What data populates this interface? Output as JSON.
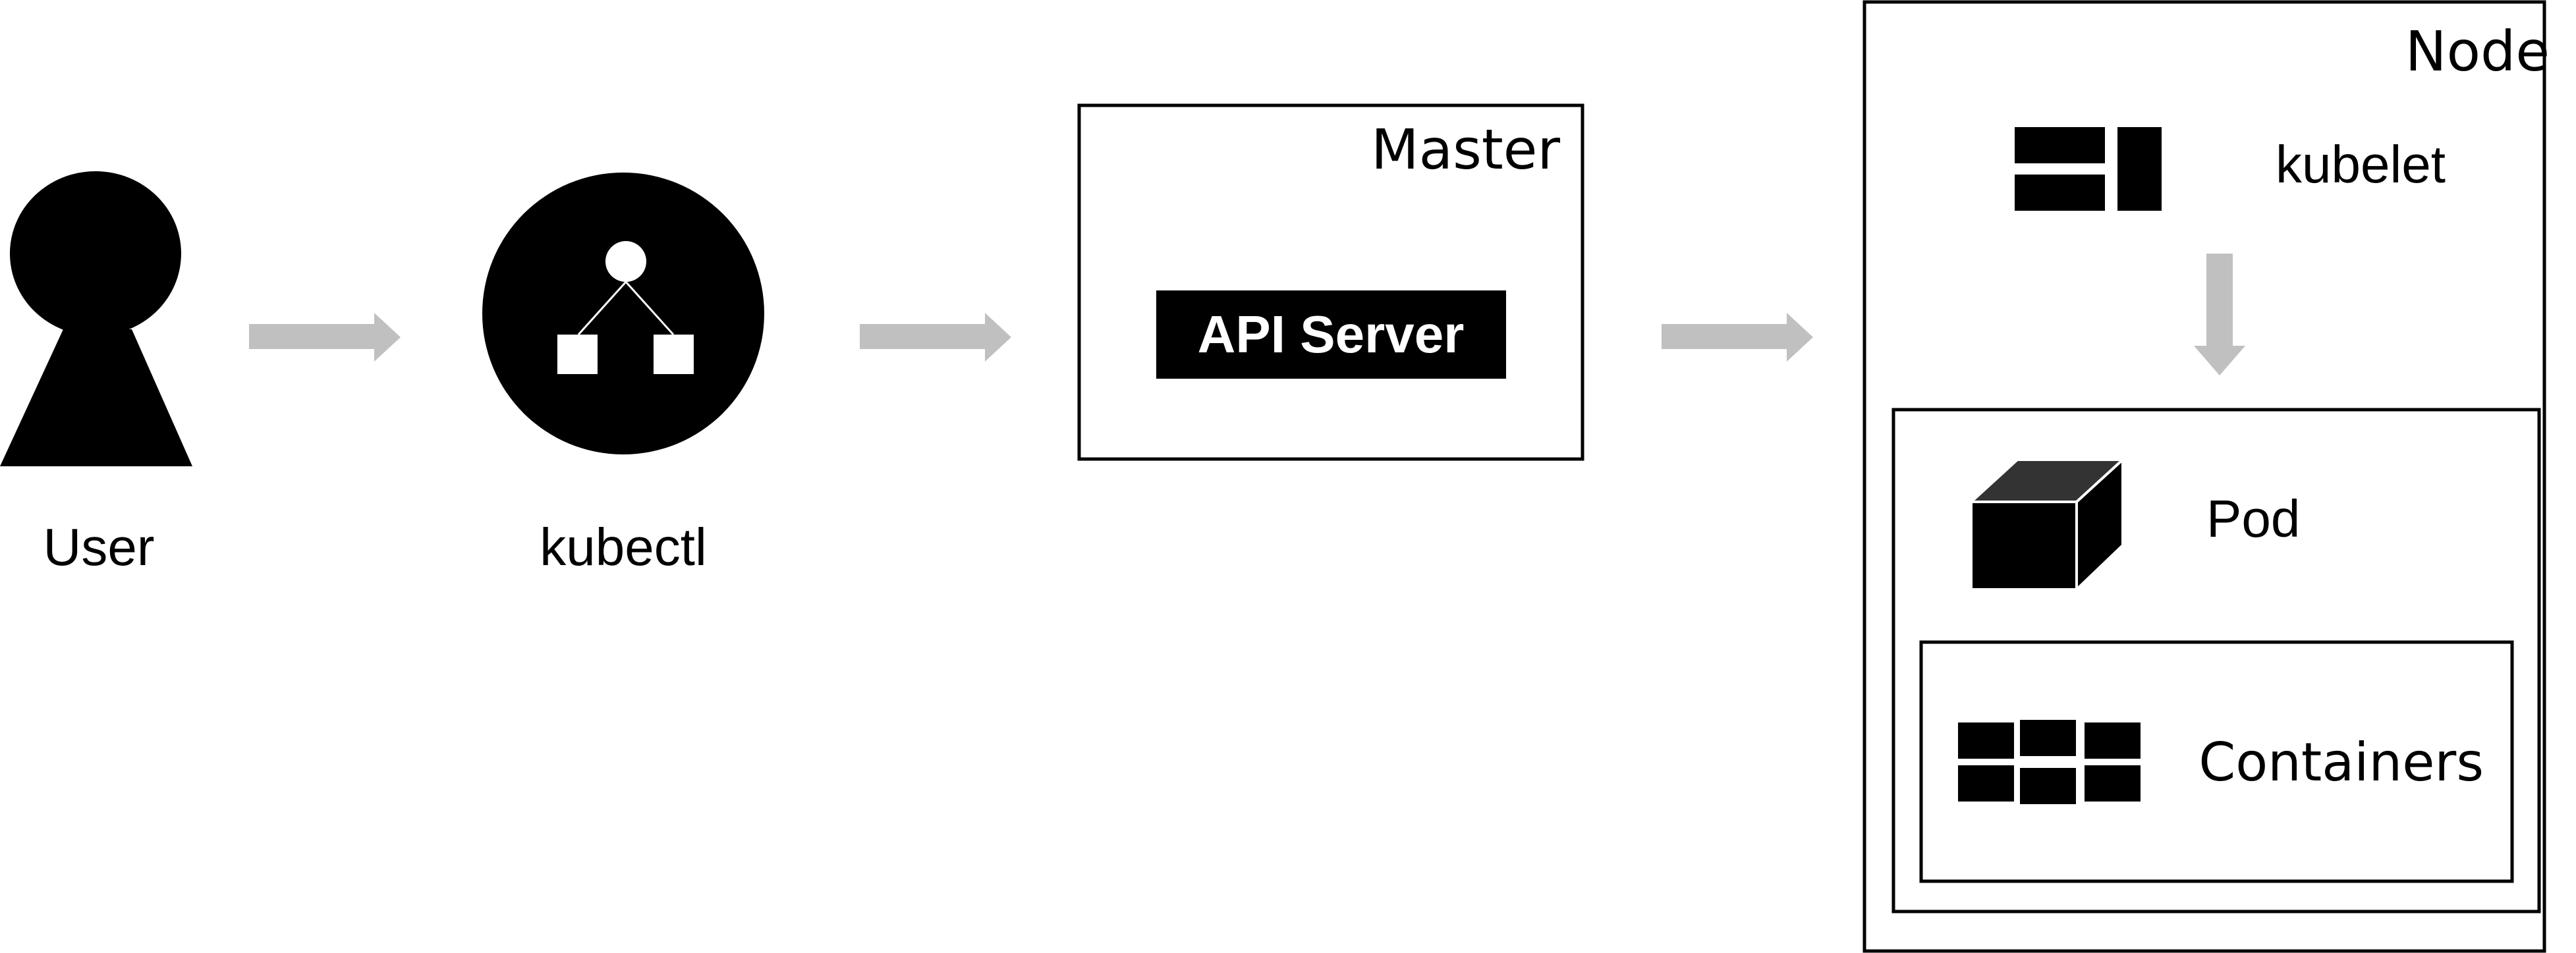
{
  "labels": {
    "user": "User",
    "kubectl": "kubectl",
    "master": "Master",
    "api_server": "API Server",
    "node": "Node",
    "kubelet": "kubelet",
    "pod": "Pod",
    "containers": "Containers"
  },
  "icons": {
    "user": "user-keyhole-icon",
    "kubectl": "kubectl-tree-icon",
    "kubelet": "kubelet-blocks-icon",
    "pod": "pod-cube-icon",
    "containers": "containers-grid-icon",
    "arrow": "right-arrow-icon",
    "down_arrow": "down-arrow-icon"
  },
  "colors": {
    "foreground": "#000000",
    "background": "#ffffff",
    "arrow": "#c0c0c0",
    "pod_cube_top": "#333333"
  }
}
